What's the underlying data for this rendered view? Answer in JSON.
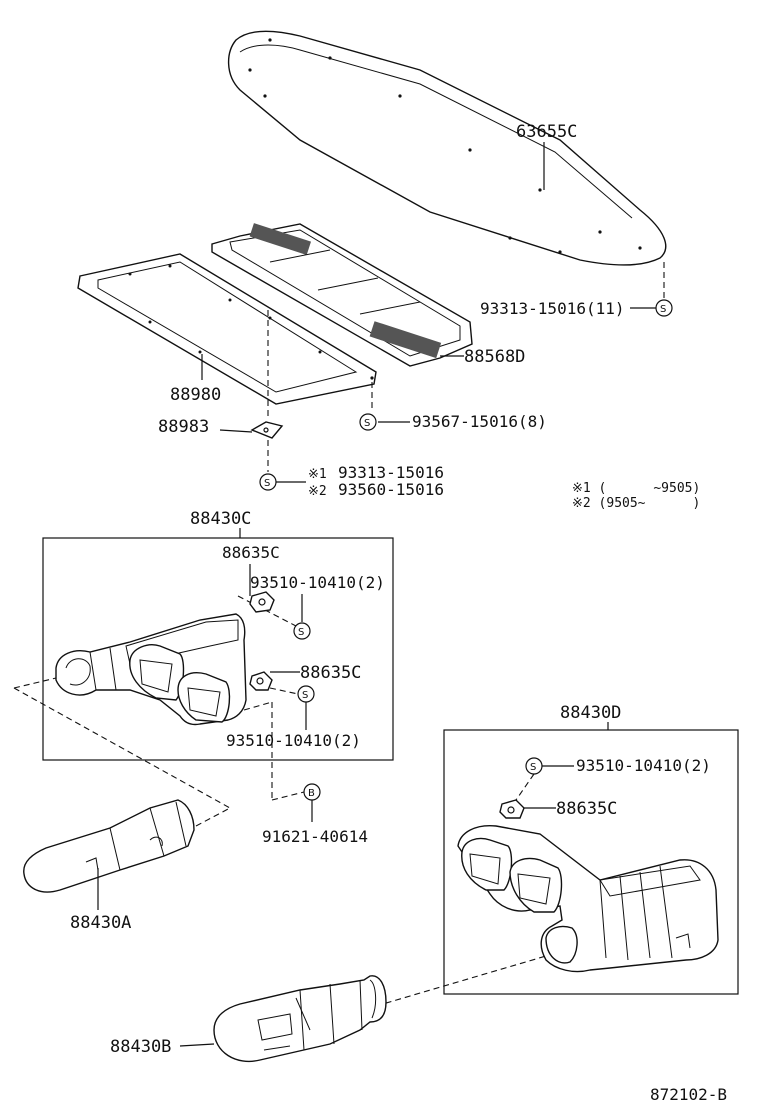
{
  "parts": {
    "p63655C": "63655C",
    "p93313_15016_11": "93313-15016(11)",
    "p88568D": "88568D",
    "p88980": "88980",
    "p93567_15016_8": "93567-15016(8)",
    "p88983": "88983",
    "note1_mark": "※1",
    "note1_part": "93313-15016",
    "note2_mark": "※2",
    "note2_part": "93560-15016",
    "legend1": "※1 (      ~9505)",
    "legend2": "※2 (9505~      )",
    "p88430C": "88430C",
    "p88635C_a": "88635C",
    "p93510_a": "93510-10410(2)",
    "p88635C_b": "88635C",
    "p93510_b": "93510-10410(2)",
    "p91621": "91621-40614",
    "p88430A": "88430A",
    "p88430D": "88430D",
    "p93510_c": "93510-10410(2)",
    "p88635C_c": "88635C",
    "p88430B": "88430B",
    "diagram_code": "872102-B"
  },
  "symbols": {
    "s": "S",
    "b": "B"
  }
}
